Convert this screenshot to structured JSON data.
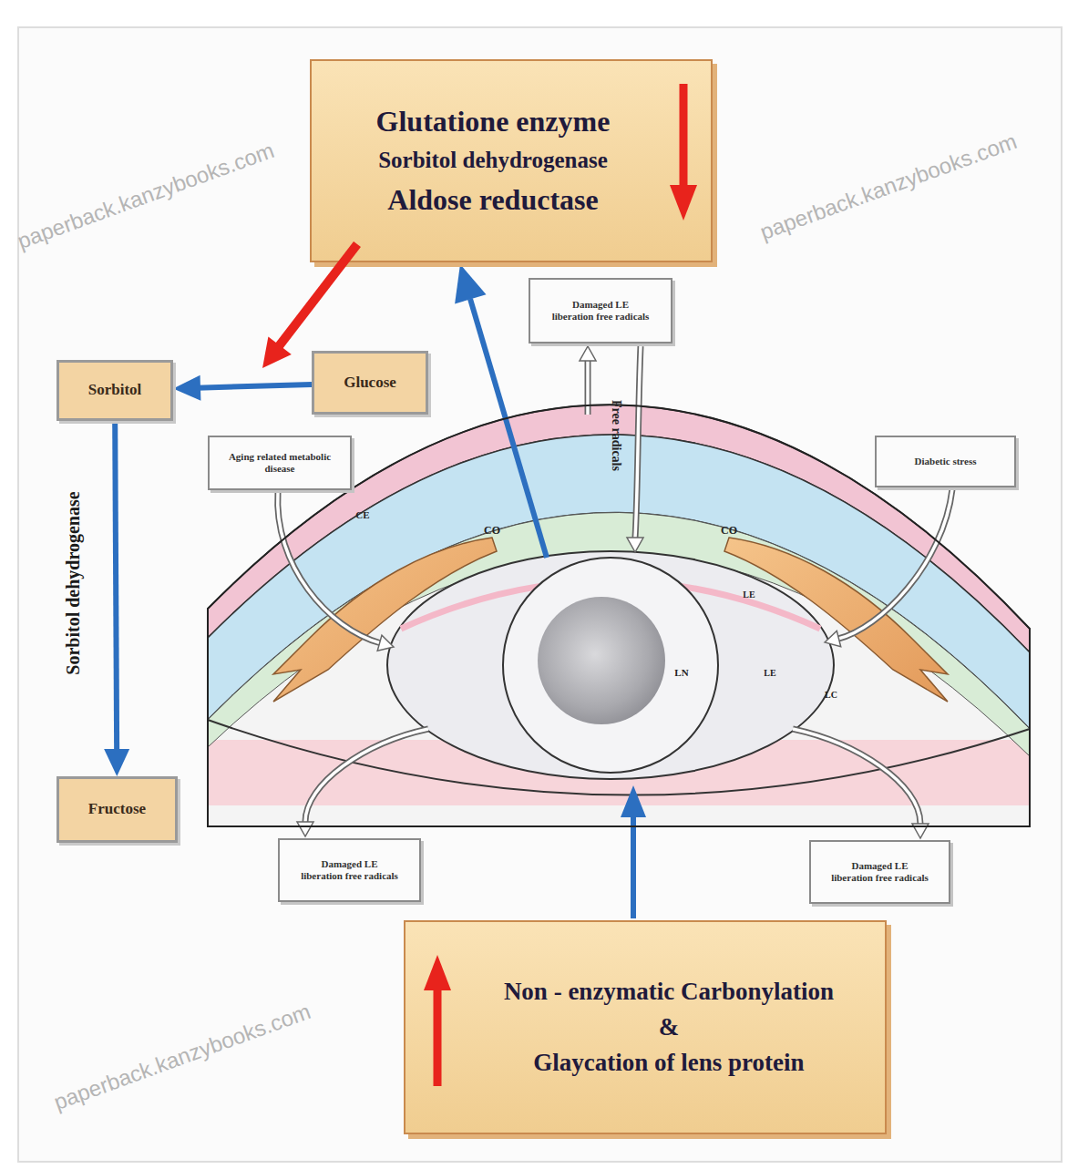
{
  "diagram": {
    "nodes": [
      {
        "text": [
          "Glutatione enzyme",
          "Sorbitol dehydrogenase",
          "Aldose reductase"
        ]
      },
      {
        "text": [
          "Damaged LE liberation free radicals"
        ]
      },
      {
        "text": [
          "Sorbitol"
        ]
      },
      {
        "text": [
          "Glucose"
        ]
      },
      {
        "text": [
          "Aging related metabolic disease"
        ]
      },
      {
        "text": [
          "Diabetic stress"
        ]
      },
      {
        "text": [
          "Fructose"
        ]
      },
      {
        "text": [
          "Damaged LE liberation free radicals"
        ]
      },
      {
        "text": [
          "Damaged LE liberation free radicals"
        ]
      },
      {
        "text": [
          "Non - enzymatic Carbonylation",
          "&",
          "Glaycation of lens protein"
        ]
      }
    ],
    "edges": [
      {
        "from": 3,
        "to": 2,
        "arrow": "to"
      },
      {
        "from": 2,
        "to": 6,
        "label": "Sorbitol dehydrogenase",
        "arrow": "to"
      }
    ],
    "labels": [
      "paperback.kanzybooks.com",
      "paperback.kanzybooks.com",
      "paperback.kanzybooks.com",
      "Free radicals",
      "CE",
      "CO",
      "CO",
      "LE",
      "LN",
      "LE",
      "LC"
    ]
  }
}
